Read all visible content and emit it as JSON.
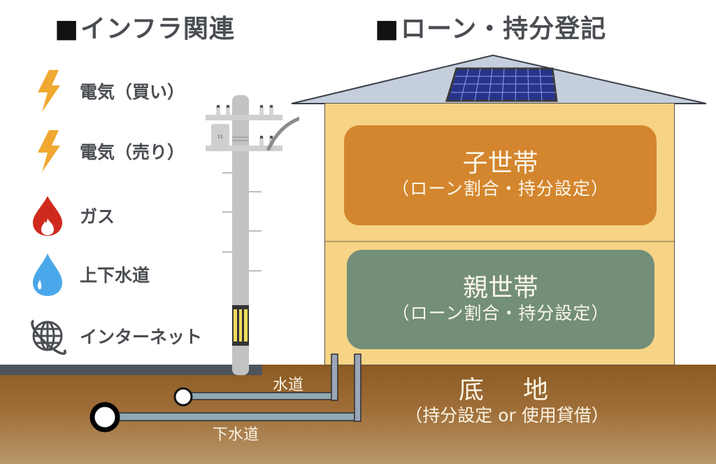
{
  "headings": {
    "infrastructure": {
      "marker": "■",
      "text": "インフラ関連"
    },
    "loan": {
      "marker": "■",
      "text": "ローン・持分登記"
    }
  },
  "infrastructure_items": [
    {
      "label": "電気（買い）",
      "icon": "lightning-icon",
      "color": "#f0a830"
    },
    {
      "label": "電気（売り）",
      "icon": "lightning-icon",
      "color": "#f0a830"
    },
    {
      "label": "ガス",
      "icon": "flame-icon",
      "color": "#d02a1e"
    },
    {
      "label": "上下水道",
      "icon": "water-drop-icon",
      "color": "#4aa8ea"
    },
    {
      "label": "インターネット",
      "icon": "globe-icon",
      "color": "#4a4d52"
    }
  ],
  "house": {
    "child_household": {
      "title": "子世帯",
      "subtitle": "（ローン割合・持分設定）",
      "color": "#d4862e"
    },
    "parent_household": {
      "title": "親世帯",
      "subtitle": "（ローン割合・持分設定）",
      "color": "#738e79"
    },
    "land": {
      "title": "底　地",
      "subtitle": "（持分設定 or 使用貸借）"
    }
  },
  "pipes": {
    "water": {
      "label": "水道"
    },
    "sewer": {
      "label": "下水道"
    }
  },
  "colors": {
    "wall": "#f7d386",
    "roof": "#c5cedc",
    "solar_panel": "#26348a",
    "pole": "#c3c3c3",
    "pipe": "#8fa9b4",
    "ground_top": "#8c5a22"
  }
}
